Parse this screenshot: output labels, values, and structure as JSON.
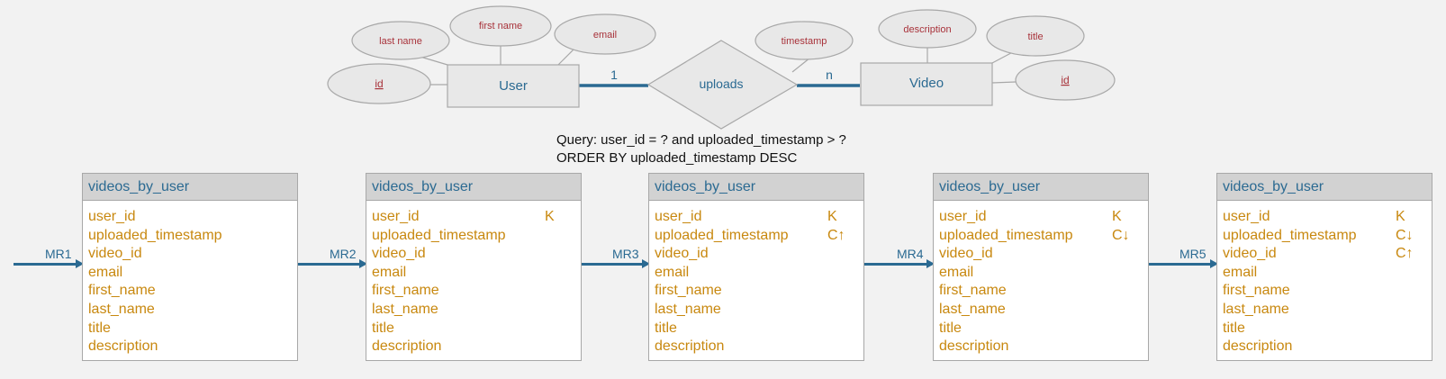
{
  "er": {
    "user_entity": "User",
    "video_entity": "Video",
    "relationship": "uploads",
    "user_cardinality": "1",
    "video_cardinality": "n",
    "user_attributes": [
      "last name",
      "first name",
      "email",
      "id"
    ],
    "video_attributes": [
      "description",
      "title",
      "timestamp",
      "id"
    ]
  },
  "query": {
    "line1": "Query: user_id = ? and uploaded_timestamp > ?",
    "line2": "ORDER BY uploaded_timestamp DESC"
  },
  "tables": [
    {
      "title": "videos_by_user",
      "rows": [
        {
          "field": "user_id",
          "key": ""
        },
        {
          "field": "uploaded_timestamp",
          "key": ""
        },
        {
          "field": "video_id",
          "key": ""
        },
        {
          "field": "email",
          "key": ""
        },
        {
          "field": "first_name",
          "key": ""
        },
        {
          "field": "last_name",
          "key": ""
        },
        {
          "field": "title",
          "key": ""
        },
        {
          "field": "description",
          "key": ""
        }
      ]
    },
    {
      "title": "videos_by_user",
      "rows": [
        {
          "field": "user_id",
          "key": "K"
        },
        {
          "field": "uploaded_timestamp",
          "key": ""
        },
        {
          "field": "video_id",
          "key": ""
        },
        {
          "field": "email",
          "key": ""
        },
        {
          "field": "first_name",
          "key": ""
        },
        {
          "field": "last_name",
          "key": ""
        },
        {
          "field": "title",
          "key": ""
        },
        {
          "field": "description",
          "key": ""
        }
      ]
    },
    {
      "title": "videos_by_user",
      "rows": [
        {
          "field": "user_id",
          "key": "K"
        },
        {
          "field": "uploaded_timestamp",
          "key": "C↑"
        },
        {
          "field": "video_id",
          "key": ""
        },
        {
          "field": "email",
          "key": ""
        },
        {
          "field": "first_name",
          "key": ""
        },
        {
          "field": "last_name",
          "key": ""
        },
        {
          "field": "title",
          "key": ""
        },
        {
          "field": "description",
          "key": ""
        }
      ]
    },
    {
      "title": "videos_by_user",
      "rows": [
        {
          "field": "user_id",
          "key": "K"
        },
        {
          "field": "uploaded_timestamp",
          "key": "C↓"
        },
        {
          "field": "video_id",
          "key": ""
        },
        {
          "field": "email",
          "key": ""
        },
        {
          "field": "first_name",
          "key": ""
        },
        {
          "field": "last_name",
          "key": ""
        },
        {
          "field": "title",
          "key": ""
        },
        {
          "field": "description",
          "key": ""
        }
      ]
    },
    {
      "title": "videos_by_user",
      "rows": [
        {
          "field": "user_id",
          "key": "K"
        },
        {
          "field": "uploaded_timestamp",
          "key": "C↓"
        },
        {
          "field": "video_id",
          "key": "C↑"
        },
        {
          "field": "email",
          "key": ""
        },
        {
          "field": "first_name",
          "key": ""
        },
        {
          "field": "last_name",
          "key": ""
        },
        {
          "field": "title",
          "key": ""
        },
        {
          "field": "description",
          "key": ""
        }
      ]
    }
  ],
  "mappings": [
    "MR1",
    "MR2",
    "MR3",
    "MR4",
    "MR5"
  ],
  "colors": {
    "entity_text": "#2b6a92",
    "attribute_text": "#a8323a",
    "field_text": "#c8880f",
    "connector": "#2b6a92"
  }
}
